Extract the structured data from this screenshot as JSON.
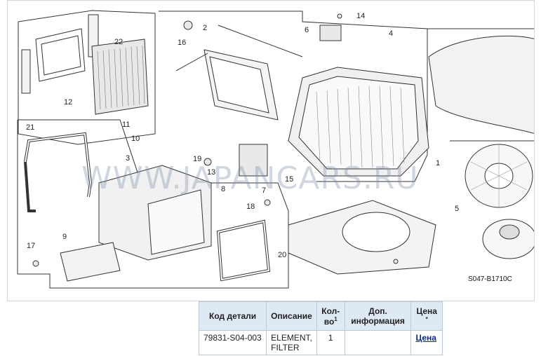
{
  "diagram": {
    "code": "S047-B1710C",
    "watermark": "WWW.JAPANCARS.RU",
    "callouts": [
      "1",
      "2",
      "3",
      "4",
      "5",
      "6",
      "7",
      "8",
      "9",
      "10",
      "11",
      "12",
      "13",
      "14",
      "15",
      "16",
      "17",
      "18",
      "19",
      "20",
      "21",
      "22"
    ]
  },
  "table": {
    "headers": {
      "code": "Код детали",
      "desc": "Описание",
      "qty": "Кол-во",
      "qty_sup": "1",
      "info": "Доп. информация",
      "price": "Цена",
      "price_sup": "*"
    },
    "row": {
      "code": "79831-S04-003",
      "desc": "ELEMENT, FILTER",
      "qty": "1",
      "info": "",
      "price": "Цена"
    }
  }
}
